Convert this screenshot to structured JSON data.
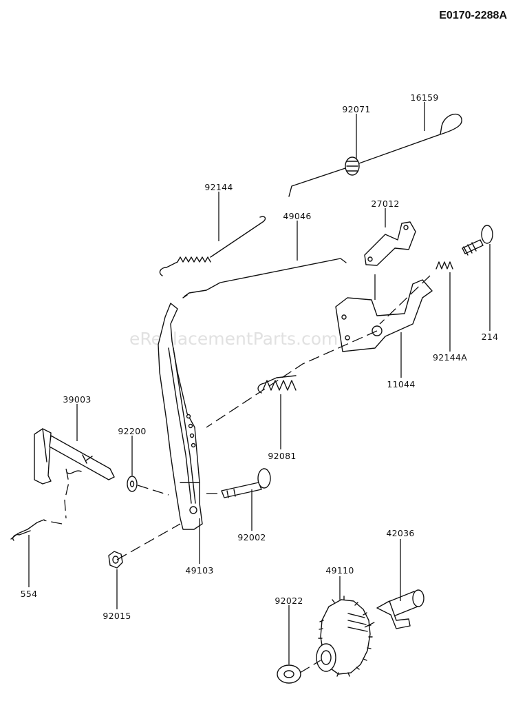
{
  "diagram_code": "E0170-2288A",
  "watermark": "eReplacementParts.com",
  "part_labels": {
    "p16159": "16159",
    "p92071": "92071",
    "p92144": "92144",
    "p49046": "49046",
    "p27012": "27012",
    "p214": "214",
    "p92144a": "92144A",
    "p11044": "11044",
    "p39003": "39003",
    "p92200": "92200",
    "p92081": "92081",
    "p92002": "92002",
    "p49103": "49103",
    "p554": "554",
    "p92015": "92015",
    "p42036": "42036",
    "p49110": "49110",
    "p92022": "92022"
  }
}
